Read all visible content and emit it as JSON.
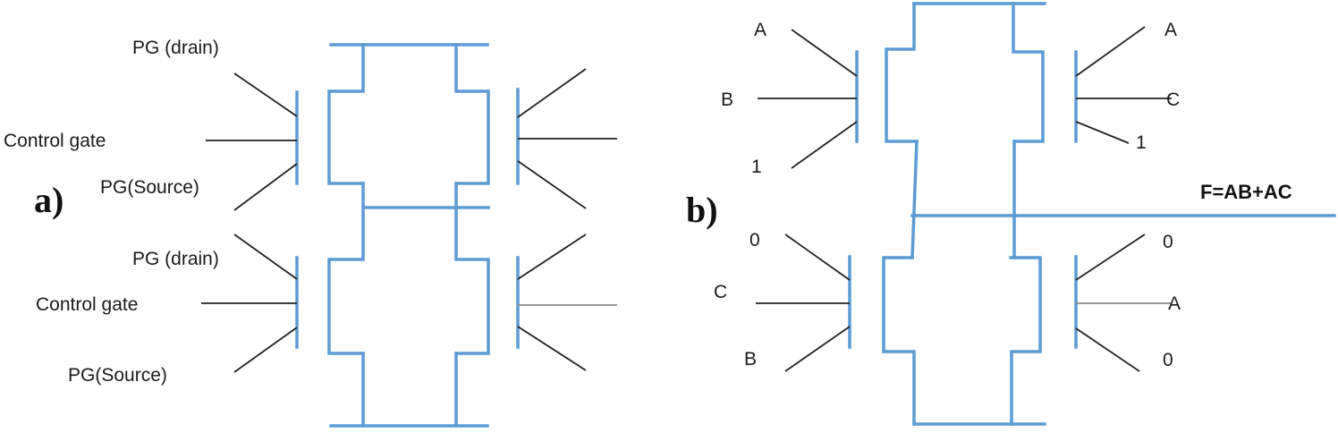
{
  "panel_a": {
    "tag": "a)",
    "labels": {
      "top_drain": "PG (drain)",
      "top_control": "Control gate",
      "top_source": "PG(Source)",
      "bottom_drain": "PG (drain)",
      "bottom_control": "Control gate",
      "bottom_source": "PG(Source)"
    }
  },
  "panel_b": {
    "tag": "b)",
    "output": "F=AB+AC",
    "inputs": {
      "tl_drain": "A",
      "tl_control": "B",
      "tl_source": "1",
      "tr_drain": "A",
      "tr_control": "C",
      "tr_source": "1",
      "bl_drain": "0",
      "bl_control": "C",
      "bl_source": "B",
      "br_drain": "0",
      "br_control": "A",
      "br_source": "0"
    }
  },
  "colors": {
    "wire": "#5b9bd5",
    "lead": "#222222"
  }
}
